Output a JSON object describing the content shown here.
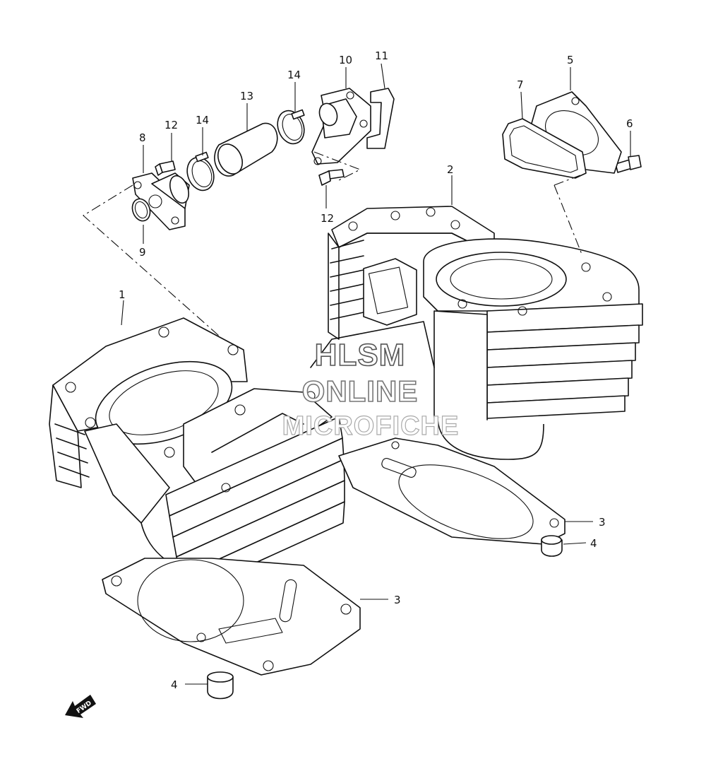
{
  "callouts": {
    "c1": "1",
    "c2": "2",
    "c3a": "3",
    "c3b": "3",
    "c4a": "4",
    "c4b": "4",
    "c5": "5",
    "c6": "6",
    "c7": "7",
    "c8": "8",
    "c9": "9",
    "c10": "10",
    "c11": "11",
    "c12a": "12",
    "c12b": "12",
    "c13": "13",
    "c14a": "14",
    "c14b": "14"
  },
  "fwd_label": "FWD",
  "watermark": {
    "line1": "HLSM",
    "line2": "ONLINE",
    "line3": "MICROFICHE"
  }
}
